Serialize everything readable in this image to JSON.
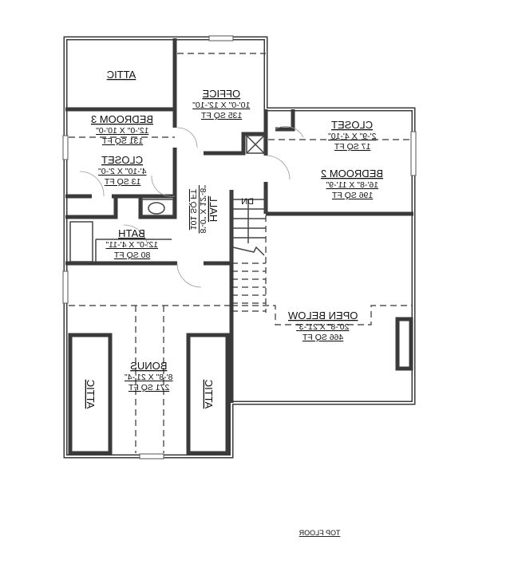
{
  "plan": {
    "title": "TOP FLOOR",
    "rooms": [
      {
        "id": "attic-top",
        "name": "ATTIC",
        "dims": "",
        "area": ""
      },
      {
        "id": "office",
        "name": "OFFICE",
        "dims": "10'-0\" X 12'-10\"",
        "area": "135 SQ FT"
      },
      {
        "id": "bedroom-3",
        "name": "BEDROOM 3",
        "dims": "12'-0\" X 10'-0\"",
        "area": "131 SQ FT"
      },
      {
        "id": "closet-3",
        "name": "CLOSET",
        "dims": "4'-10\" X 2'-0\"",
        "area": "13 SQ FT"
      },
      {
        "id": "closet-2",
        "name": "CLOSET",
        "dims": "2'-9\" X 4'-10\"",
        "area": "17 SQ FT"
      },
      {
        "id": "bedroom-2",
        "name": "BEDROOM 2",
        "dims": "16'-8\" X 11'-9\"",
        "area": "196 SQ FT"
      },
      {
        "id": "hall",
        "name": "HALL",
        "dims": "8'-0\" X 12'-8\"",
        "area": "101 SQ FT"
      },
      {
        "id": "bath",
        "name": "BATH",
        "dims": "12'-0\" X 4'-11\"",
        "area": "80 SQ FT"
      },
      {
        "id": "open-below",
        "name": "OPEN BELOW",
        "dims": "20'-8\" X 21'-3\"",
        "area": "466 SQ FT"
      },
      {
        "id": "bonus",
        "name": "BONUS",
        "dims": "8'-8\" X 21'-4\"",
        "area": "271 SQ FT"
      },
      {
        "id": "attic-left",
        "name": "ATTIC",
        "dims": "",
        "area": ""
      },
      {
        "id": "attic-right",
        "name": "ATTIC",
        "dims": "",
        "area": ""
      }
    ],
    "stair_label": "DN"
  }
}
